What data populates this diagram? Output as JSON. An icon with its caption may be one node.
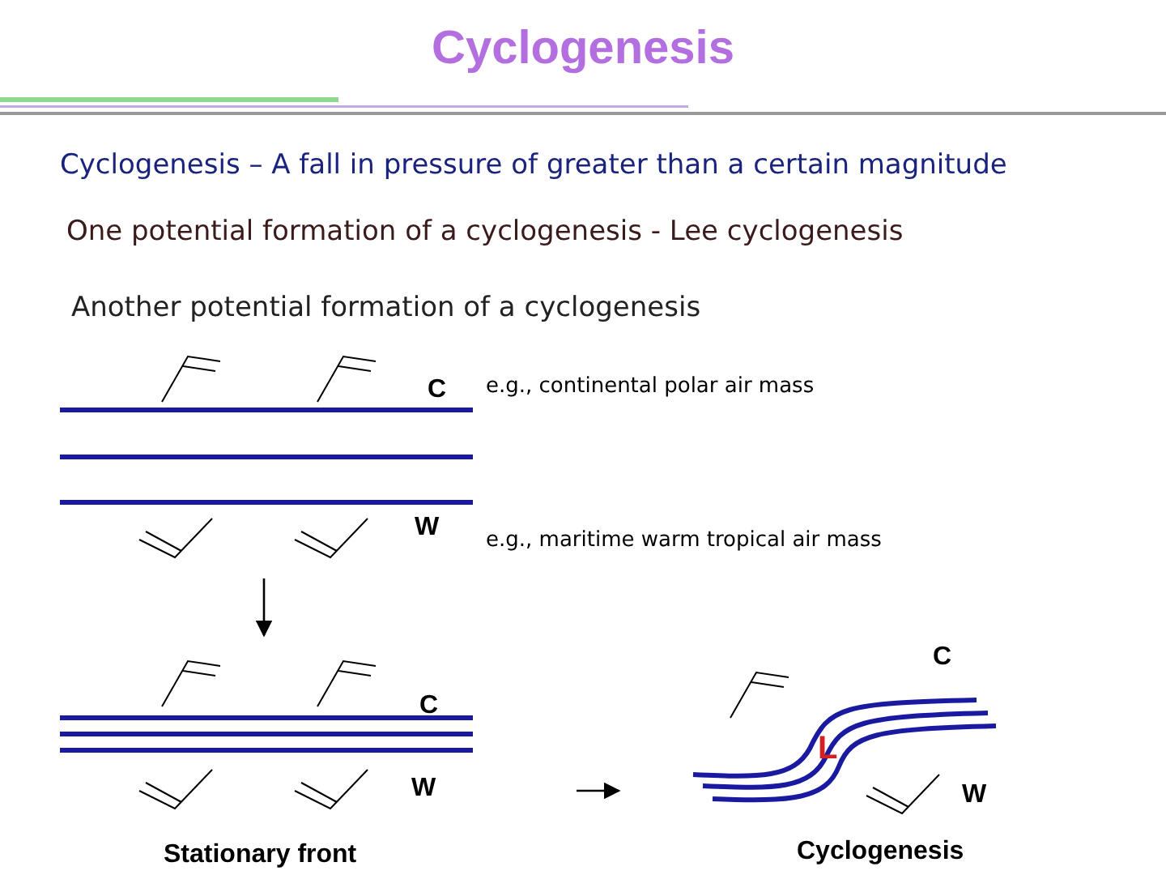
{
  "diagram": {
    "title": "Cyclogenesis",
    "labels": [
      "Cyclogenesis – A fall in pressure of greater than a certain magnitude",
      "One potential formation of a cyclogenesis - Lee cyclogenesis",
      "Another potential formation of a cyclogenesis",
      "C",
      "e.g., continental polar air mass",
      "W",
      "e.g., maritime warm tropical air mass",
      "C",
      "C",
      "L",
      "W",
      "W",
      "Stationary front",
      "Cyclogenesis"
    ]
  }
}
